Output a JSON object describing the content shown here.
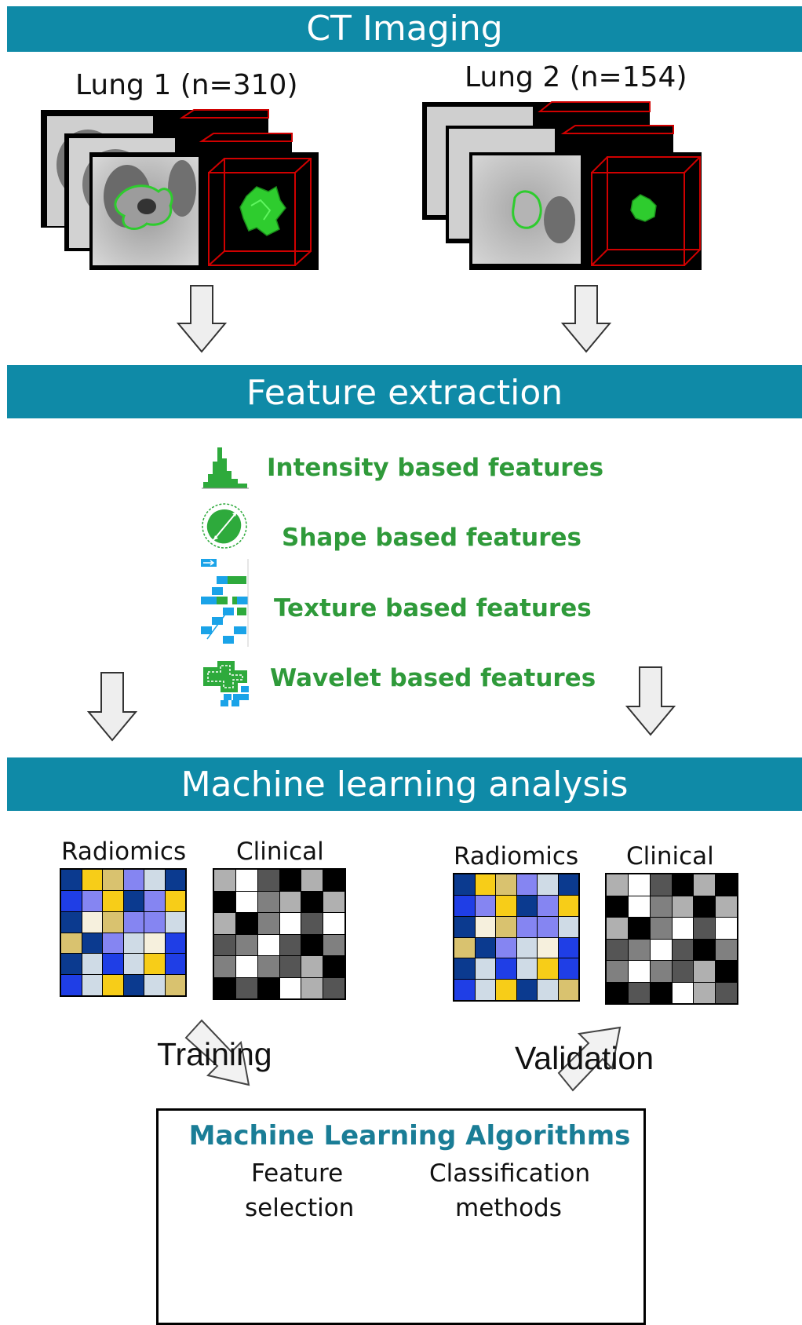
{
  "headers": {
    "ct": "CT Imaging",
    "features": "Feature extraction",
    "ml": "Machine learning analysis"
  },
  "cohorts": {
    "lung1": "Lung 1 (n=310)",
    "lung2": "Lung 2 (n=154)"
  },
  "features": [
    {
      "label": "Intensity based features",
      "icon": "histogram-icon"
    },
    {
      "label": "Shape based features",
      "icon": "shape-icon"
    },
    {
      "label": "Texture based features",
      "icon": "texture-icon"
    },
    {
      "label": "Wavelet based features",
      "icon": "wavelet-icon"
    }
  ],
  "matrices": {
    "radiomics": "Radiomics",
    "clinical": "Clinical"
  },
  "flow": {
    "training": "Training",
    "validation": "Validation"
  },
  "algorithms": {
    "title": "Machine Learning Algorithms",
    "col1_line1": "Feature",
    "col1_line2": "selection",
    "col2_line1": "Classification",
    "col2_line2": "methods"
  },
  "colors": {
    "header_bar": "#0f8aa7",
    "feature_text": "#2f9a3a",
    "algo_title": "#1a7d96",
    "tumor_green": "#2ecc2e",
    "cube_red": "#d00000",
    "radiomics_palette": [
      "#0b3a8f",
      "#1f3ee6",
      "#8585f2",
      "#f7cd18",
      "#d9c26f",
      "#cfdbe6",
      "#f6f0dd"
    ],
    "clinical_palette": [
      "#000000",
      "#555555",
      "#808080",
      "#b0b0b0",
      "#ffffff"
    ]
  }
}
